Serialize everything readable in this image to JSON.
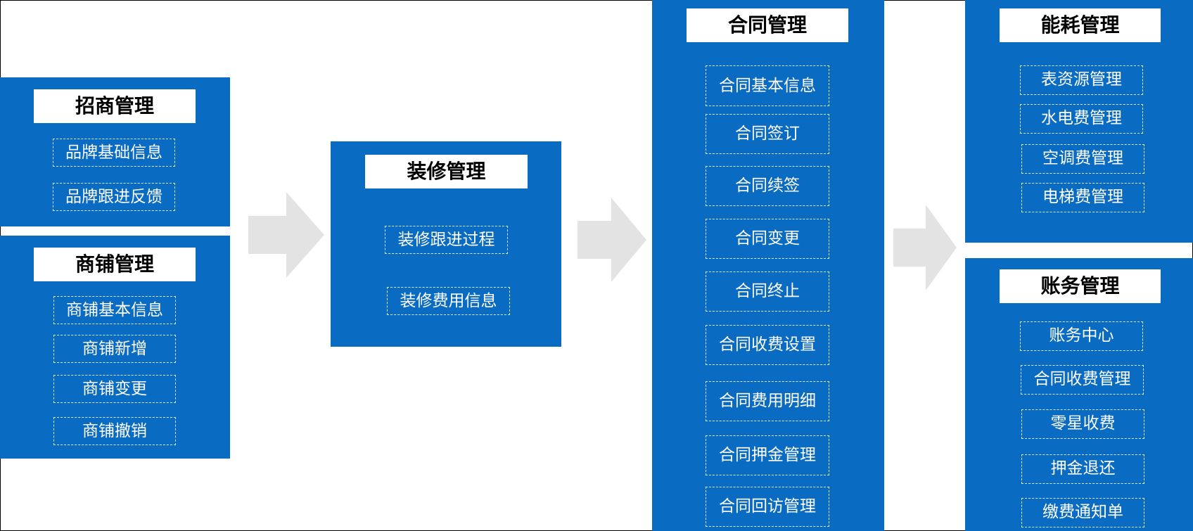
{
  "panels": {
    "zhaoshang": {
      "title": "招商管理",
      "items": [
        "品牌基础信息",
        "品牌跟进反馈"
      ]
    },
    "shangpu": {
      "title": "商铺管理",
      "items": [
        "商铺基本信息",
        "商铺新增",
        "商铺变更",
        "商铺撤销"
      ]
    },
    "zhuangxiu": {
      "title": "装修管理",
      "items": [
        "装修跟进过程",
        "装修费用信息"
      ]
    },
    "hetong": {
      "title": "合同管理",
      "items": [
        "合同基本信息",
        "合同签订",
        "合同续签",
        "合同变更",
        "合同终止",
        "合同收费设置",
        "合同费用明细",
        "合同押金管理",
        "合同回访管理"
      ]
    },
    "nenghao": {
      "title": "能耗管理",
      "items": [
        "表资源管理",
        "水电费管理",
        "空调费管理",
        "电梯费管理"
      ]
    },
    "zhangwu": {
      "title": "账务管理",
      "items": [
        "账务中心",
        "合同收费管理",
        "零星收费",
        "押金退还",
        "缴费通知单"
      ]
    }
  },
  "colors": {
    "panel": "#0a6bc2",
    "arrow": "#e3e3e3",
    "title_bg": "#ffffff"
  }
}
